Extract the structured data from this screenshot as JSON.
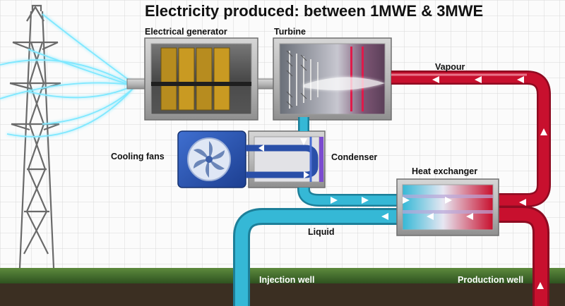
{
  "title": "Electricity produced: between 1MWE & 3MWE",
  "labels": {
    "generator": "Electrical generator",
    "turbine": "Turbine",
    "vapour": "Vapour",
    "cooling_fans": "Cooling fans",
    "condenser": "Condenser",
    "heat_exchanger": "Heat exchanger",
    "liquid": "Liquid",
    "injection_well": "Injection well",
    "production_well": "Production well"
  },
  "icons": [
    "pylon-icon",
    "power-line-icon",
    "fan-icon",
    "flow-arrow-icon"
  ],
  "colors": {
    "hot_pipe": "#c8102e",
    "cold_pipe": "#35b8d6",
    "ground": "#3c6b2a",
    "soil": "#3b2f22",
    "fan_housing": "#2a4fa8",
    "power_line_glow": "#7fe8ff"
  }
}
